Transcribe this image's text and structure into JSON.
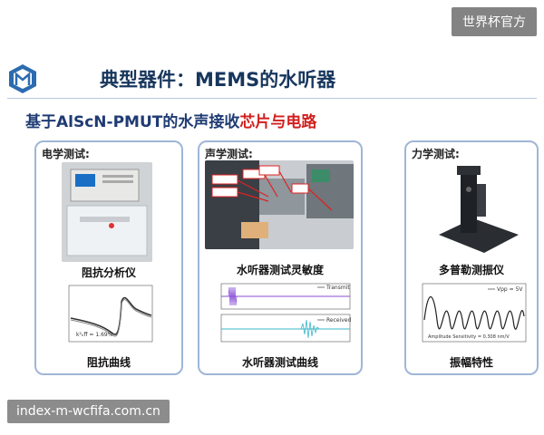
{
  "watermarks": {
    "top_right": "世界杯官方",
    "bottom_left": "index-m-wcfifa.com.cn"
  },
  "header": {
    "title": "典型器件：MEMS的水听器",
    "subtitle_main": "基于AlScN-PMUT的水声接收",
    "subtitle_red": "芯片与电路"
  },
  "panels": [
    {
      "title": "电学测试:",
      "photo_caption": "阻抗分析仪",
      "plot_caption": "阻抗曲线",
      "plot_annotation": "k²ₑff = 1.69%"
    },
    {
      "title": "声学测试:",
      "photo_caption": "水听器测试灵敏度",
      "plot_caption": "水听器测试曲线",
      "legend_1": "Transmit",
      "legend_2": "Received"
    },
    {
      "title": "力学测试:",
      "photo_caption": "多普勒测振仪",
      "plot_caption": "振幅特性",
      "plot_annotation": "Amplitude Sensitivity = 0.308 nm/V",
      "legend_1": "Vpp = 5V"
    }
  ],
  "colors": {
    "title": "#17365d",
    "accent_red": "#d11f1f",
    "panel_border": "#9fb6d6"
  }
}
